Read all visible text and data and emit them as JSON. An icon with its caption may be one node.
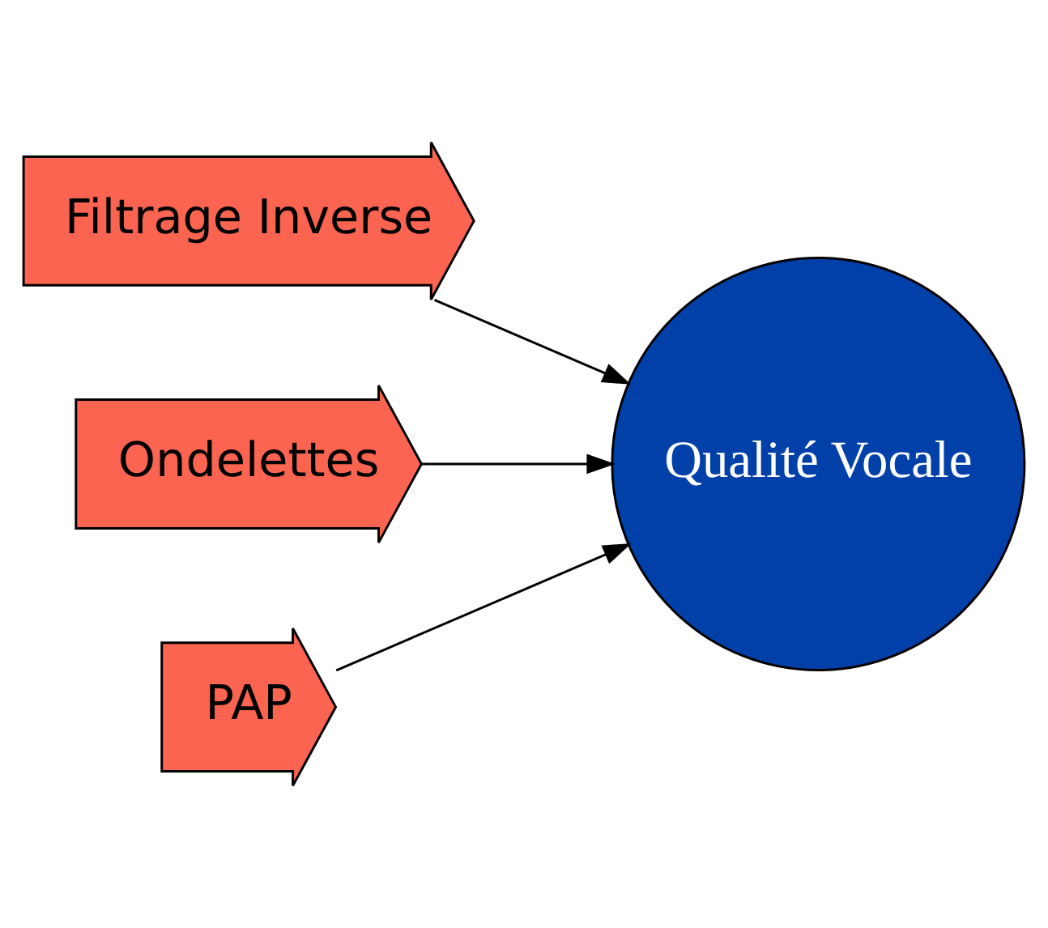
{
  "diagram": {
    "nodes": [
      {
        "text": [
          "Qualité Vocale"
        ]
      },
      {
        "text": [
          "Filtrage Inverse"
        ]
      },
      {
        "text": [
          "Ondelettes"
        ]
      },
      {
        "text": [
          "PAP"
        ]
      }
    ],
    "edges": [
      {
        "from": 1,
        "to": 0,
        "arrow": "to"
      },
      {
        "from": 2,
        "to": 0,
        "arrow": "to"
      },
      {
        "from": 3,
        "to": 0,
        "arrow": "to"
      }
    ]
  }
}
